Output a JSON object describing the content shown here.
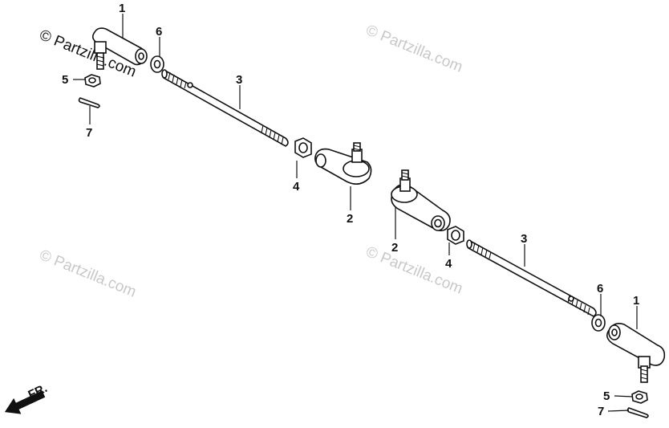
{
  "watermarks": [
    {
      "text": "© Partzilla.com",
      "style": "dark"
    },
    {
      "text": "© Partzilla.com",
      "style": "light"
    },
    {
      "text": "© Partzilla.com",
      "style": "light"
    },
    {
      "text": "© Partzilla.com",
      "style": "light"
    }
  ],
  "callouts": [
    {
      "number": "1",
      "part": "tie-rod-end-outer"
    },
    {
      "number": "6",
      "part": "washer"
    },
    {
      "number": "5",
      "part": "castle-nut"
    },
    {
      "number": "7",
      "part": "cotter-pin"
    },
    {
      "number": "3",
      "part": "tie-rod"
    },
    {
      "number": "4",
      "part": "lock-nut"
    },
    {
      "number": "2",
      "part": "tie-rod-end-inner"
    },
    {
      "number": "2",
      "part": "tie-rod-end-inner"
    },
    {
      "number": "3",
      "part": "tie-rod"
    },
    {
      "number": "4",
      "part": "lock-nut"
    },
    {
      "number": "6",
      "part": "washer"
    },
    {
      "number": "1",
      "part": "tie-rod-end-outer"
    },
    {
      "number": "5",
      "part": "castle-nut"
    },
    {
      "number": "7",
      "part": "cotter-pin"
    }
  ],
  "direction_indicator": {
    "text": "FR.",
    "icon": "front-arrow-icon"
  },
  "colors": {
    "line": "#111111",
    "watermark": "#c8c8c8",
    "background": "#ffffff"
  }
}
